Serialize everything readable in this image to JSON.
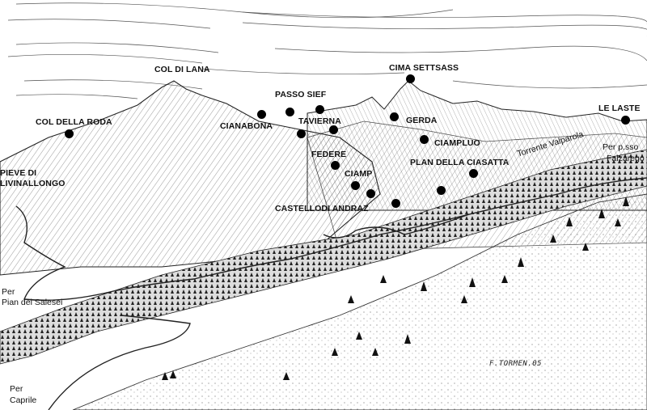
{
  "map": {
    "labels": {
      "col_di_lana": "COL DI LANA",
      "cima_settsass": "CIMA SETTSASS",
      "passo_sief": "PASSO SIEF",
      "col_della_roda": "COL DELLA RODA",
      "cianabona": "CIANABONA",
      "tavierna": "TAVIERNA",
      "gerda": "GERDA",
      "le_laste": "LE LASTE",
      "ciampluo": "CIAMPLUO",
      "federe": "FEDERE",
      "ciamp": "CIAMP",
      "plan_della_ciasatta": "PLAN DELLA CIASATTA",
      "castello_di_andraz": "CASTELLODI ANDRAZ",
      "pieve_line1": "PIEVE DI",
      "pieve_line2": "LIVINALLONGO",
      "torrente_valparola": "Torrente Valparola",
      "falzarego_line1": "Per p.sso",
      "falzarego_line2": "Falzarego",
      "salesei_line1": "Per",
      "salesei_line2": "Pian dei Salesei",
      "caprile_line1": "Per",
      "caprile_line2": "Caprile"
    },
    "signature": "F.TORMEN.05"
  }
}
